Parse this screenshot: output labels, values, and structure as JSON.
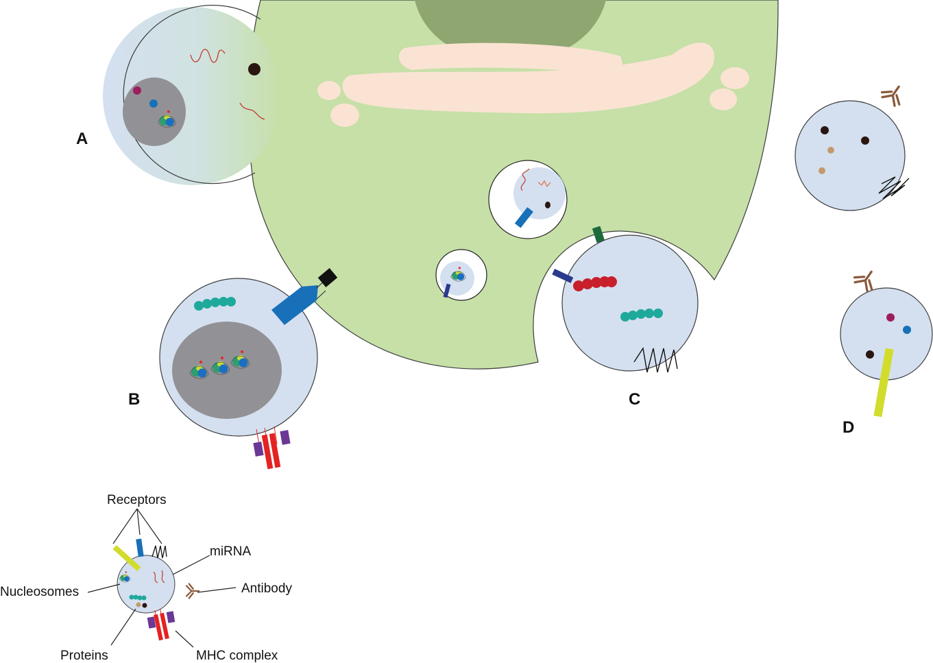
{
  "panels": {
    "a": "A",
    "b": "B",
    "c": "C",
    "d": "D"
  },
  "legend": {
    "receptors": "Receptors",
    "mirna": "miRNA",
    "nucleosomes": "Nucleosomes",
    "antibody": "Antibody",
    "proteins": "Proteins",
    "mhc": "MHC complex"
  },
  "colors": {
    "cell": "#c6e0a8",
    "nucleus": "#8fa670",
    "er": "#fbe3d3",
    "vesicle": "#d4e0f0",
    "vesicle_core": "#929296",
    "receptor_blue": "#1870b8",
    "receptor_yellow": "#d2dc2c",
    "receptor_black": "#111111",
    "antibody": "#8a5a3c",
    "protein_teal": "#1fa99b",
    "protein_red": "#c8202a",
    "mhc_red": "#e32322",
    "mhc_purple": "#6b3896",
    "marker_navy": "#2b3a8c",
    "marker_green": "#1d6b3a",
    "dot_dark": "#2a1610",
    "dot_tan": "#c49a6c",
    "dot_magenta": "#9e1d5e",
    "mirna": "#c0392b"
  }
}
